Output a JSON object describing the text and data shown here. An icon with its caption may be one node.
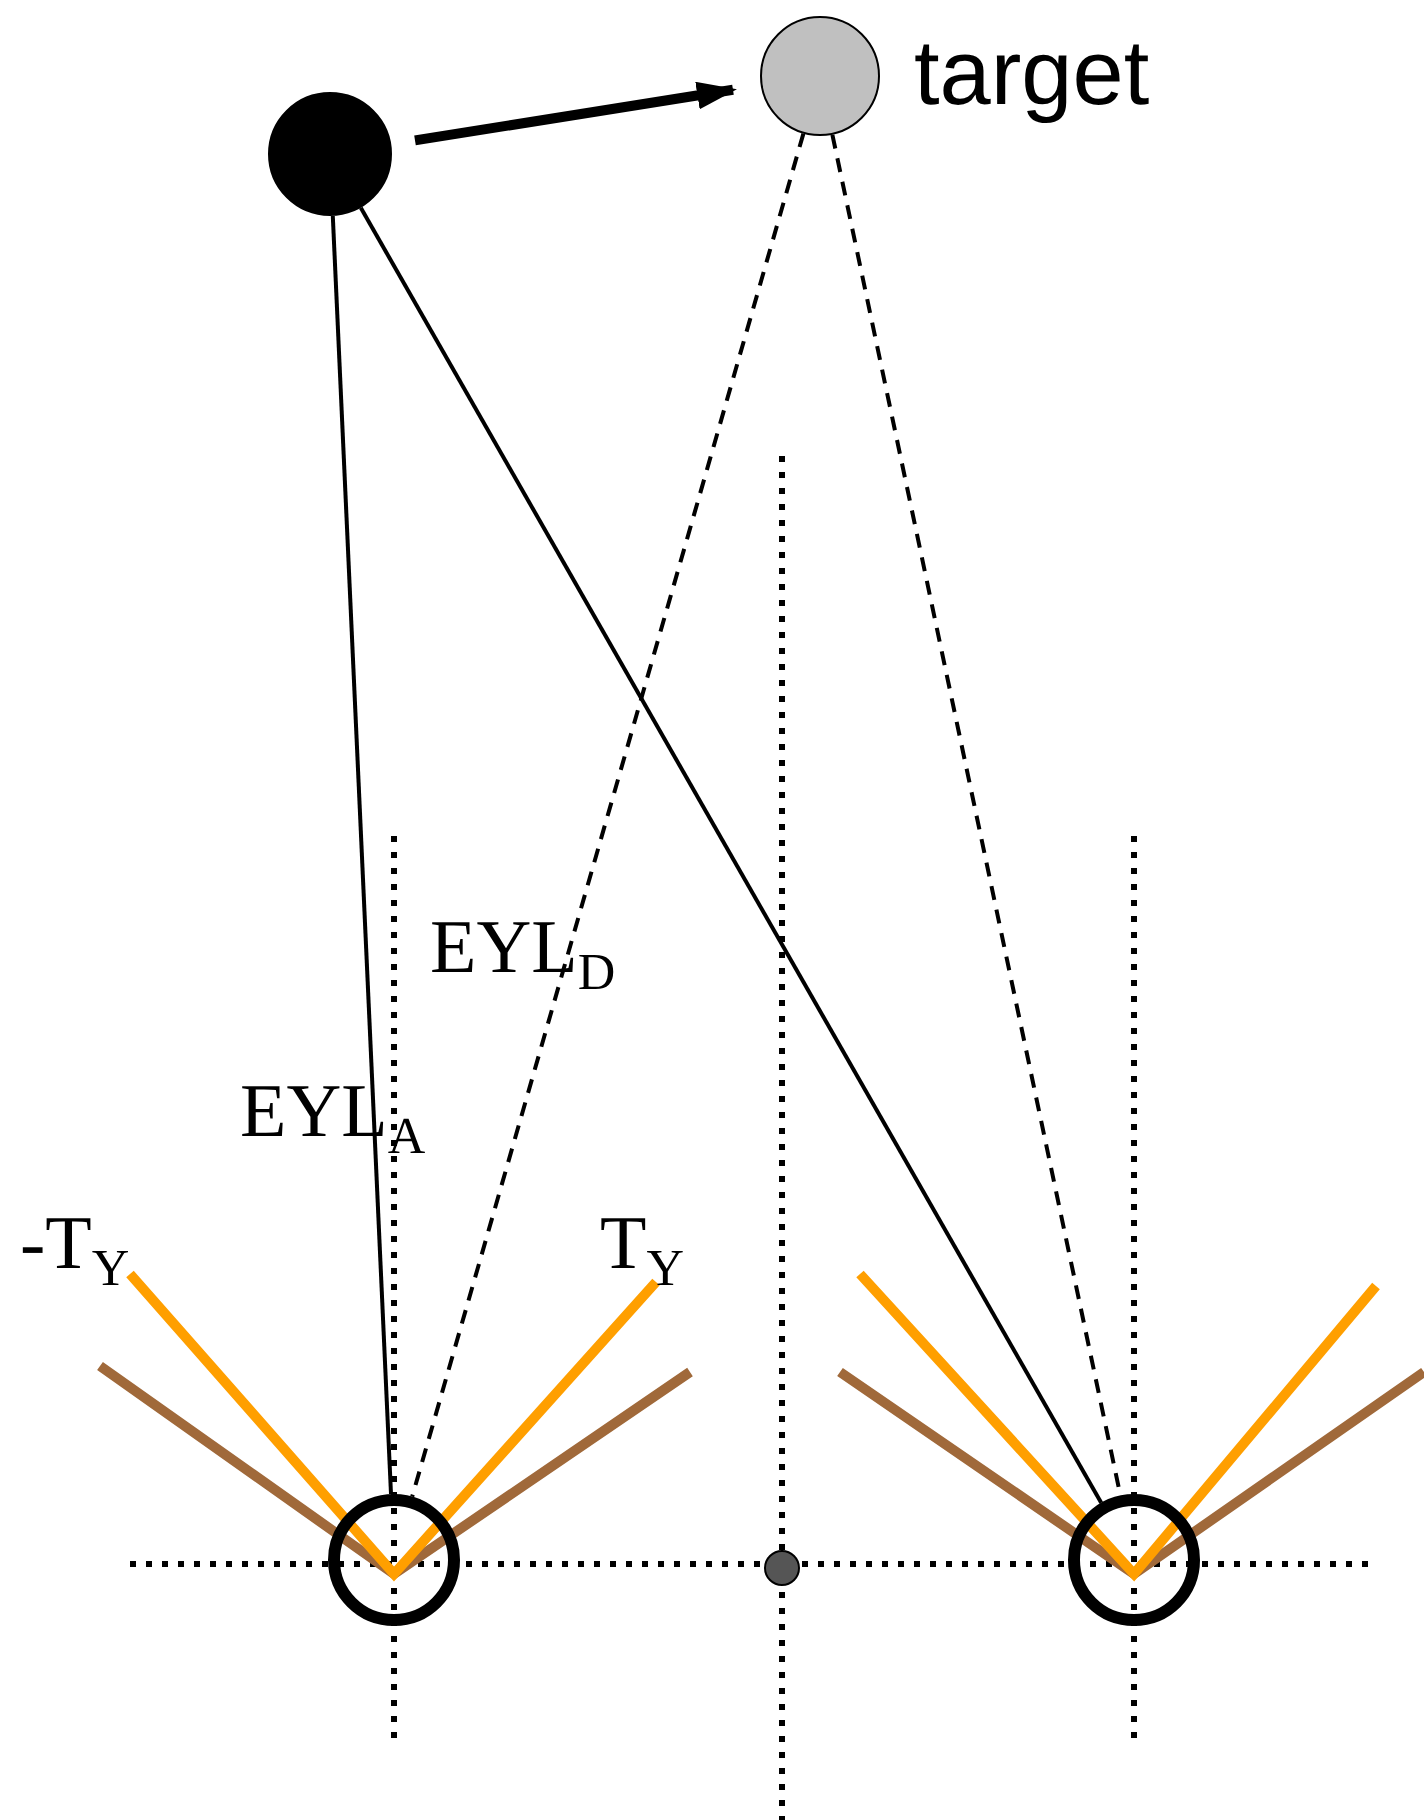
{
  "diagram": {
    "nodes": [
      {
        "text": [],
        "shape": "circle"
      },
      {
        "text": [
          "target"
        ]
      },
      {
        "text": [],
        "shape": "circle"
      },
      {
        "text": [],
        "shape": "circle"
      },
      {
        "text": [],
        "shape": "circle"
      }
    ],
    "edges": [
      {
        "from": 0,
        "to": 1,
        "arrow": "to",
        "style": "thick"
      },
      {
        "from": 0,
        "to": 2,
        "arrow": "none"
      },
      {
        "from": 0,
        "to": 3,
        "arrow": "none"
      },
      {
        "from": 1,
        "to": 2,
        "arrow": "none",
        "style": "dashed"
      },
      {
        "from": 1,
        "to": 3,
        "arrow": "none",
        "style": "dashed"
      }
    ],
    "labels": [
      "EYL$_{D}$",
      "EYL$_{A}$",
      "-T$_{Y}$",
      "T$_{Y}$"
    ]
  }
}
